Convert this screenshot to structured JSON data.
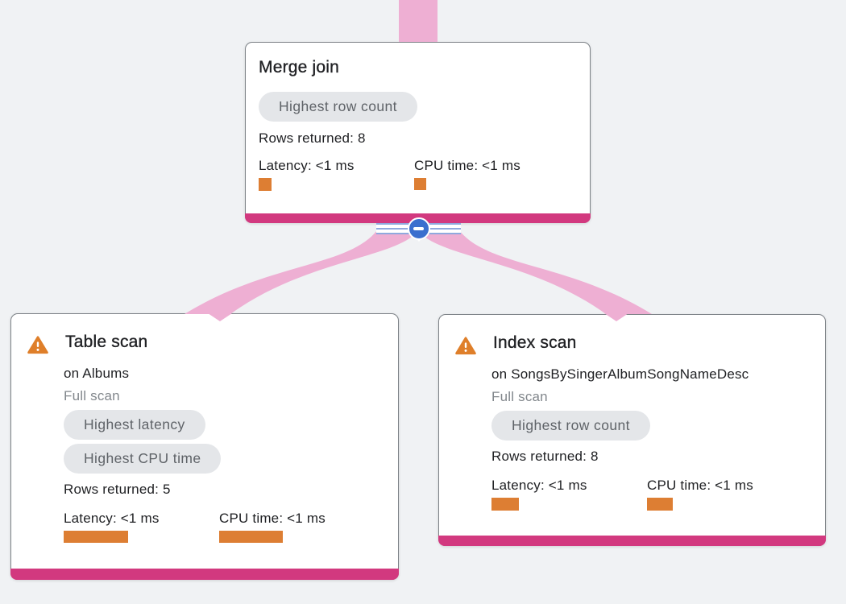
{
  "colors": {
    "background": "#f0f2f4",
    "card-bg": "#ffffff",
    "card-border": "#7d8287",
    "text-primary": "#202124",
    "text-secondary": "#82878c",
    "badge-bg": "#e4e6e9",
    "badge-text": "#5f6368",
    "edge-pink": "#eeafd3",
    "accent-magenta": "#d2397f",
    "metric-orange": "#dd7e33",
    "warning-orange": "#df7f2a",
    "collapse-blue": "#3b6fce",
    "stripe-blue": "#8fa9de"
  },
  "nodes": {
    "merge_join": {
      "title": "Merge join",
      "badges": [
        "Highest row count"
      ],
      "rows_returned": "Rows returned: 8",
      "latency_label": "Latency: <1 ms",
      "cpu_label": "CPU time: <1 ms",
      "latency_bar_style": "width:16px;height:16px",
      "cpu_bar_style": "width:15px;height:15px"
    },
    "table_scan": {
      "warning_icon": "warning-triangle-icon",
      "title": "Table scan",
      "target": "on Albums",
      "scan_type": "Full scan",
      "badges": [
        "Highest latency",
        "Highest CPU time"
      ],
      "rows_returned": "Rows returned: 5",
      "latency_label": "Latency: <1 ms",
      "cpu_label": "CPU time: <1 ms",
      "latency_bar_style": "width:80px;height:15px",
      "cpu_bar_style": "width:79px;height:15px"
    },
    "index_scan": {
      "warning_icon": "warning-triangle-icon",
      "title": "Index scan",
      "target": "on SongsBySingerAlbumSongNameDesc",
      "scan_type": "Full scan",
      "badges": [
        "Highest row count"
      ],
      "rows_returned": "Rows returned: 8",
      "latency_label": "Latency: <1 ms",
      "cpu_label": "CPU time: <1 ms",
      "latency_bar_style": "width:34px;height:16px",
      "cpu_bar_style": "width:32px;height:16px"
    }
  },
  "collapse_control": {
    "icon": "collapse-minus-icon"
  }
}
